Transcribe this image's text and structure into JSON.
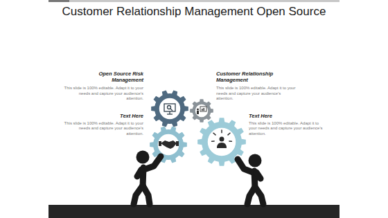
{
  "diagram": {
    "title": "Customer Relationship Management Open Source",
    "labels": [
      "Open Source Risk Management",
      "This slide is 100% editable. Adapt it to your needs and capture your audience's attention.",
      "Customer Relationship Management",
      "This slide is 100% editable. Adapt it to your needs and capture your audience's attention.",
      "Text Here",
      "This slide is 100% editable. Adapt it to your needs and capture your audience's attention.",
      "Text Here",
      "This slide is 100% editable. Adapt it to your needs and capture your audience's attention."
    ]
  }
}
